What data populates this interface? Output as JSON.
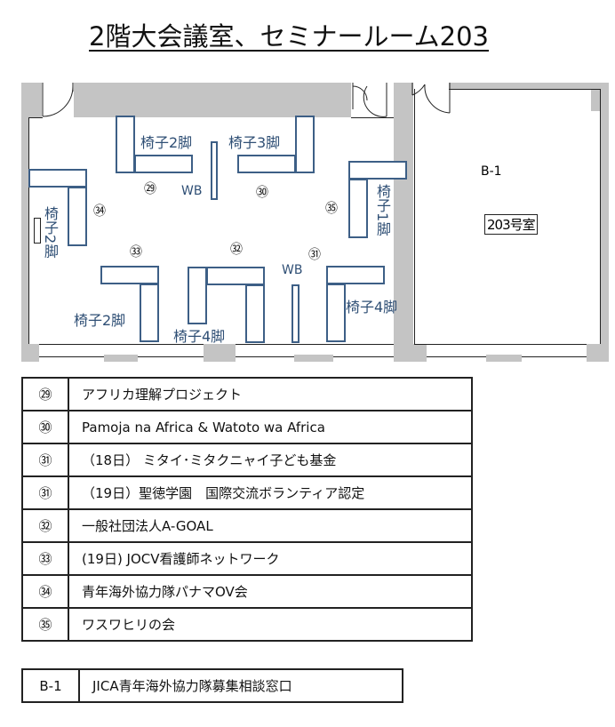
{
  "title": "2階大会議室、セミナールーム203",
  "floor": {
    "chair_labels": [
      "椅子2脚",
      "椅子3脚",
      "椅子2脚",
      "椅子1脚",
      "椅子2脚",
      "椅子4脚",
      "椅子4脚"
    ],
    "wb_label": "WB",
    "booths": [
      "㉙",
      "㉚",
      "㉛",
      "㉜",
      "㉝",
      "㉞",
      "㉟"
    ],
    "room_b_label": "B-1",
    "room_name": "203号室"
  },
  "legend": [
    {
      "num": "㉙",
      "name": "アフリカ理解プロジェクト"
    },
    {
      "num": "㉚",
      "name": "Pamoja na Africa & Watoto wa Africa"
    },
    {
      "num": "㉛",
      "name": "（18日） ミタイ･ミタクニャイ子ども基金"
    },
    {
      "num": "㉛",
      "name": "（19日）聖徳学園　国際交流ボランティア認定"
    },
    {
      "num": "㉜",
      "name": "一般社団法人A-GOAL"
    },
    {
      "num": "㉝",
      "name": "(19日) JOCV看護師ネットワーク"
    },
    {
      "num": "㉞",
      "name": "青年海外協力隊パナマOV会"
    },
    {
      "num": "㉟",
      "name": "ワスワヒリの会"
    }
  ],
  "b1": {
    "code": "B-1",
    "name": "JICA青年海外協力隊募集相談窓口"
  }
}
